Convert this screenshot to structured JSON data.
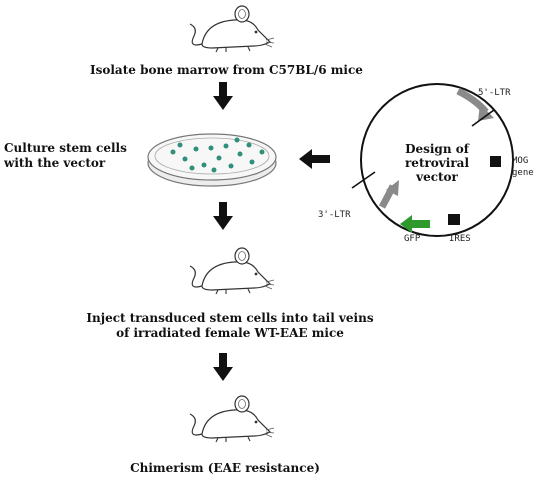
{
  "steps": {
    "isolate": "Isolate bone marrow from C57BL/6 mice",
    "culture_line1": "Culture stem cells",
    "culture_line2": "with the vector",
    "inject_line1": "Inject transduced stem cells into tail veins",
    "inject_line2": "of irradiated female WT-EAE mice",
    "chimerism": "Chimerism (EAE resistance)"
  },
  "vector": {
    "title_line1": "Design of",
    "title_line2": "retroviral",
    "title_line3": "vector",
    "ltr5": "5'-LTR",
    "ltr3": "3'-LTR",
    "mog_line1": "MOG",
    "mog_line2": "gene",
    "ires": "IRES",
    "gfp": "GFP"
  },
  "colors": {
    "gfp_arrow": "#2e9a2e",
    "ltr_arrow": "#8a8a8a",
    "cells": "#2f8f7a",
    "arrows": "#111111"
  }
}
